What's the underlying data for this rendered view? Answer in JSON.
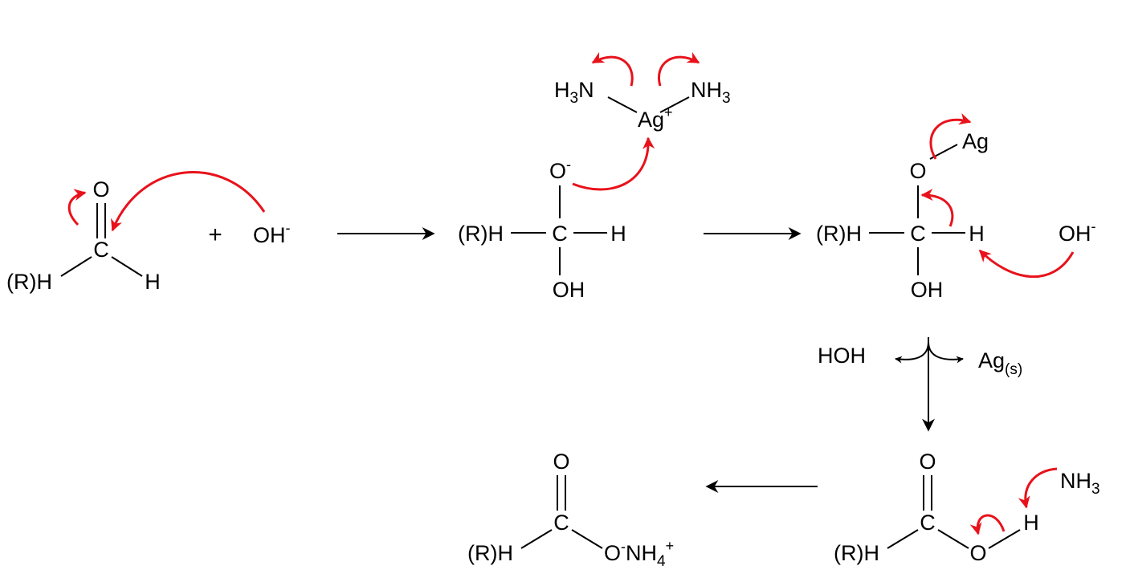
{
  "colors": {
    "ink": "#000000",
    "electron_arrow": "#e8121b"
  },
  "reactants": {
    "aldehyde": {
      "oxygen": "O",
      "carbon": "C",
      "r_group": "(R)H",
      "hydrogen": "H"
    },
    "plus": "+",
    "hydroxide": {
      "label": "OH",
      "charge": "-"
    }
  },
  "tetrahedral_intermediate": {
    "oxygen": "O",
    "oxygen_charge": "-",
    "r_group": "(R)H",
    "carbon": "C",
    "hydrogen": "H",
    "hydroxyl": "OH"
  },
  "silver_complex": {
    "left_ligand": {
      "main": "H",
      "sub": "3",
      "tail": "N"
    },
    "metal": "Ag",
    "metal_charge": "+",
    "right_ligand": {
      "main": "NH",
      "sub": "3"
    }
  },
  "silver_adduct": {
    "silver": "Ag",
    "oxygen": "O",
    "r_group": "(R)H",
    "carbon": "C",
    "hydrogen": "H",
    "hydroxyl": "OH"
  },
  "base": {
    "label": "OH",
    "charge": "-"
  },
  "elimination": {
    "left_product": "HOH",
    "right_product": {
      "main": "Ag",
      "sub": "(s)"
    }
  },
  "carboxylic_acid": {
    "carbonyl_oxygen": "O",
    "carbon": "C",
    "r_group": "(R)H",
    "hydroxyl_oxygen": "O",
    "hydrogen": "H"
  },
  "ammonia": {
    "main": "NH",
    "sub": "3"
  },
  "ammonium_salt": {
    "carbonyl_oxygen": "O",
    "carbon": "C",
    "r_group": "(R)H",
    "oxygen": "O",
    "oxygen_charge": "-",
    "cation": {
      "main": "NH",
      "sub": "4",
      "charge": "+"
    }
  }
}
